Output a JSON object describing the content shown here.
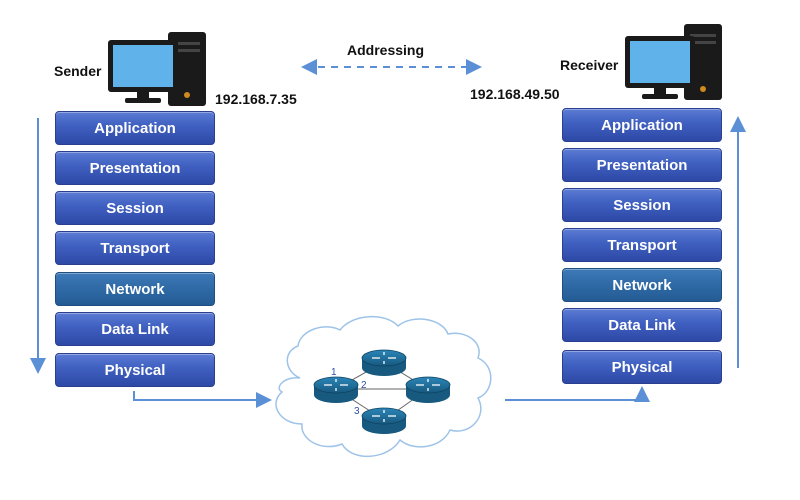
{
  "addressing_label": "Addressing",
  "sender": {
    "label": "Sender",
    "ip": "192.168.7.35",
    "layers": [
      "Application",
      "Presentation",
      "Session",
      "Transport",
      "Network",
      "Data Link",
      "Physical"
    ]
  },
  "receiver": {
    "label": "Receiver",
    "ip": "192.168.49.50",
    "layers": [
      "Application",
      "Presentation",
      "Session",
      "Transport",
      "Network",
      "Data Link",
      "Physical"
    ]
  },
  "network": {
    "link_labels": [
      "1",
      "2",
      "3"
    ]
  },
  "colors": {
    "layer": "#3f5fc0",
    "network_layer": "#2f6aa6",
    "arrow": "#5b8fd6",
    "router": "#1f6f9e"
  },
  "icons": [
    "computer-icon",
    "router-icon",
    "cloud-icon"
  ]
}
